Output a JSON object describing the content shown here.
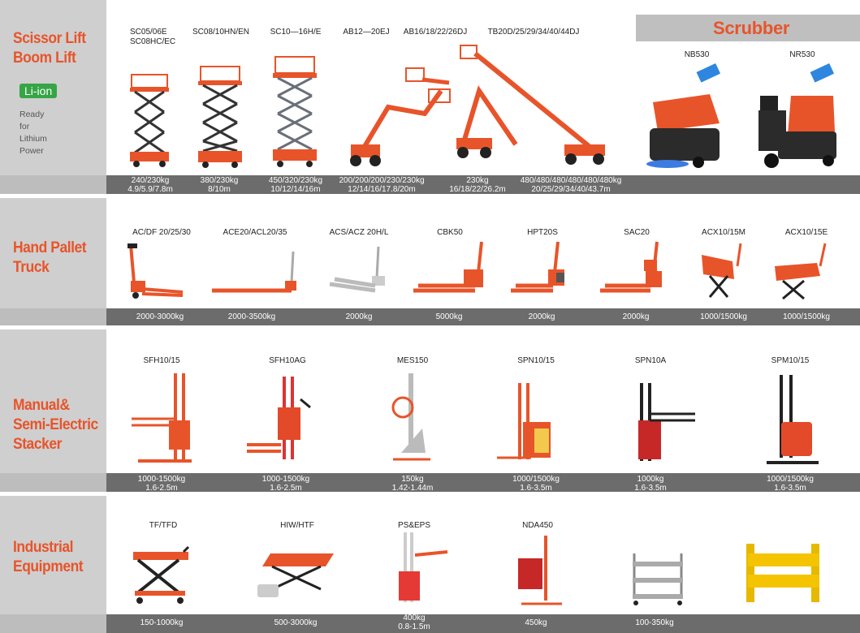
{
  "colors": {
    "accent": "#e8542a",
    "bar": "#6c6c6c",
    "sidebar": "#cfcfcf",
    "liion": "#35a545"
  },
  "sections": {
    "scissor": "Scissor Lift\nBoom Lift",
    "pallet": "Hand Pallet\nTruck",
    "stacker": "Manual&\nSemi-Electric\nStacker",
    "industrial": "Industrial\nEquipment"
  },
  "liion": {
    "badge": "Li-ion",
    "note": "Ready\nfor\nLithium\nPower"
  },
  "scrubber": {
    "title": "Scrubber",
    "models": [
      "NB530",
      "NR530"
    ]
  },
  "lifts": {
    "models": [
      "SC05/06E\nSC08HC/EC",
      "SC08/10HN/EN",
      "SC10—16H/E",
      "AB12—20EJ",
      "AB16/18/22/26DJ",
      "TB20D/25/29/34/40/44DJ"
    ],
    "specs": [
      "240/230kg\n4.9/5.9/7.8m",
      "380/230kg\n8/10m",
      "450/320/230kg\n10/12/14/16m",
      "200/200/200/230/230kg\n12/14/16/17.8/20m",
      "230kg\n16/18/22/26.2m",
      "480/480/480/480/480/480kg\n20/25/29/34/40/43.7m"
    ]
  },
  "pallet": {
    "models": [
      "AC/DF 20/25/30",
      "ACE20/ACL20/35",
      "ACS/ACZ 20H/L",
      "CBK50",
      "HPT20S",
      "SAC20",
      "ACX10/15M",
      "ACX10/15E"
    ],
    "specs": [
      "2000-3000kg",
      "2000-3500kg",
      "2000kg",
      "5000kg",
      "2000kg",
      "2000kg",
      "1000/1500kg",
      "1000/1500kg"
    ]
  },
  "stacker": {
    "models": [
      "SFH10/15",
      "SFH10AG",
      "MES150",
      "SPN10/15",
      "SPN10A",
      "SPM10/15"
    ],
    "specs": [
      "1000-1500kg\n1.6-2.5m",
      "1000-1500kg\n1.6-2.5m",
      "150kg\n1.42-1.44m",
      "1000/1500kg\n1.6-3.5m",
      "1000kg\n1.6-3.5m",
      "1000/1500kg\n1.6-3.5m"
    ]
  },
  "industrial": {
    "models": [
      "TF/TFD",
      "HIW/HTF",
      "PS&EPS",
      "NDA450"
    ],
    "specs": [
      "150-1000kg",
      "500-3000kg",
      "400kg\n0.8-1.5m",
      "450kg",
      "100-350kg"
    ]
  }
}
